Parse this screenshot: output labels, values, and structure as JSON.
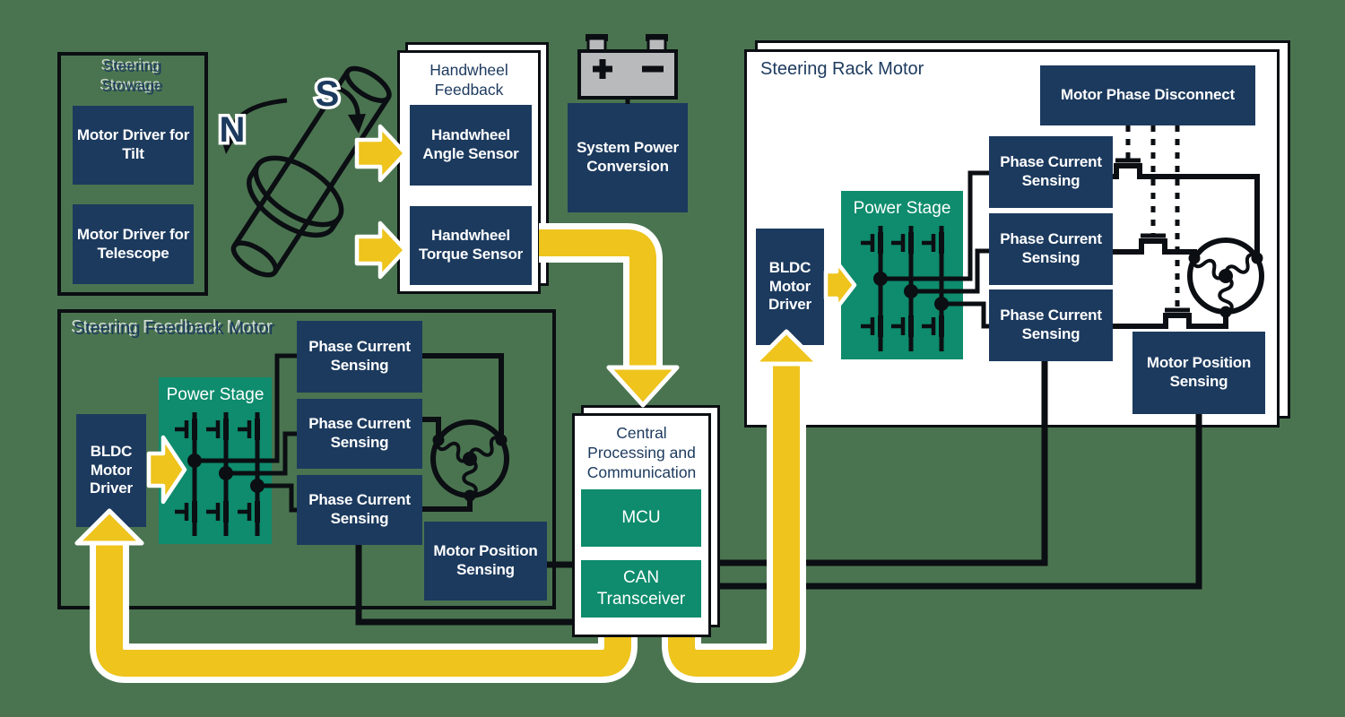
{
  "colors": {
    "background": "#4a7450",
    "navy": "#1c3a5e",
    "green": "#0e8c6d",
    "yellow": "#eec41d",
    "wire_black": "#0b0e12",
    "paper_white": "#ffffff",
    "battery_gray": "#b9babc"
  },
  "steering_stowage": {
    "title": "Steering Stowage",
    "tilt": "Motor Driver for Tilt",
    "telescope": "Motor Driver for Telescope"
  },
  "steering_column": {
    "north": "N",
    "south": "S"
  },
  "handwheel_feedback": {
    "title": "Handwheel Feedback",
    "angle_sensor": "Handwheel Angle Sensor",
    "torque_sensor": "Handwheel Torque Sensor"
  },
  "system_power": {
    "label": "System Power Conversion",
    "battery_plus": "+",
    "battery_minus": "−"
  },
  "steering_feedback_motor": {
    "title": "Steering Feedback Motor",
    "bldc": "BLDC Motor Driver",
    "power_stage": "Power Stage",
    "phase_sensing": [
      "Phase Current Sensing",
      "Phase Current Sensing",
      "Phase Current Sensing"
    ],
    "position_sensing": "Motor Position Sensing"
  },
  "steering_rack_motor": {
    "title": "Steering Rack Motor",
    "phase_disconnect": "Motor Phase Disconnect",
    "bldc": "BLDC Motor Driver",
    "power_stage": "Power Stage",
    "phase_sensing": [
      "Phase Current Sensing",
      "Phase Current Sensing",
      "Phase Current Sensing"
    ],
    "position_sensing": "Motor Position Sensing"
  },
  "central": {
    "title": "Central Processing and Communication",
    "mcu": "MCU",
    "can": "CAN Transceiver"
  }
}
